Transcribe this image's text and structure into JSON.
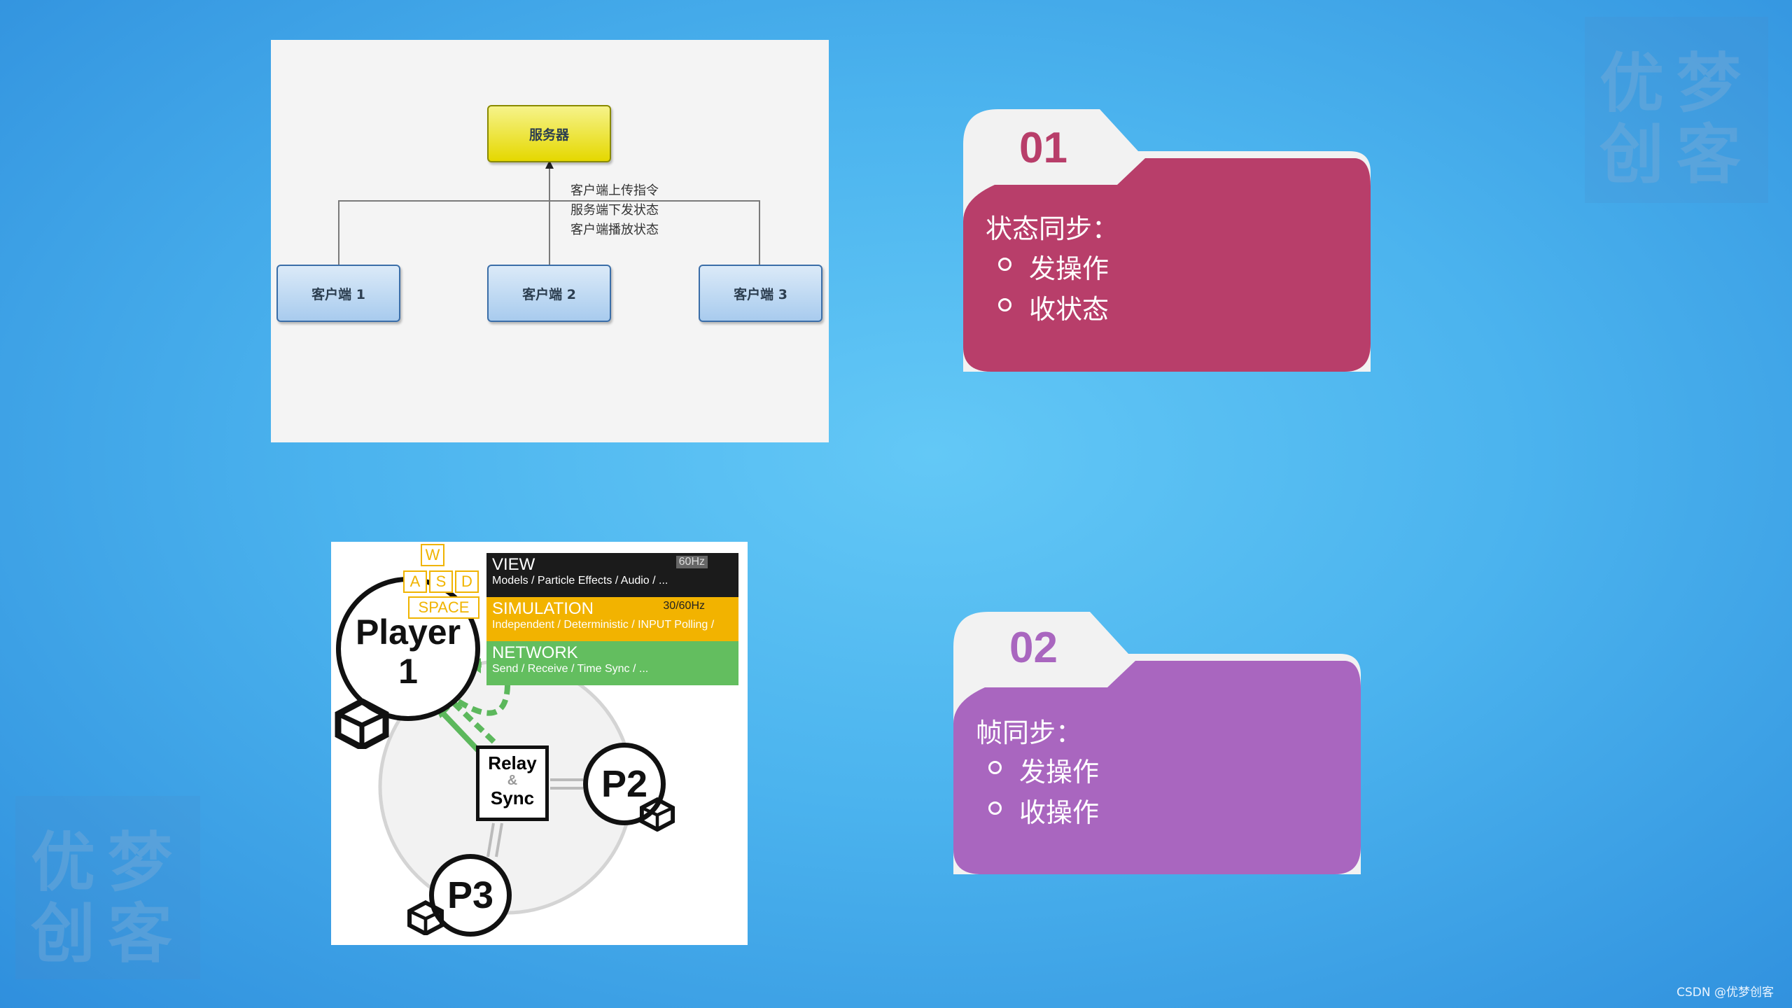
{
  "watermark": {
    "line1": "优梦",
    "line2": "创客"
  },
  "diagram_cs": {
    "server": "服务器",
    "clients": [
      "客户端 1",
      "客户端 2",
      "客户端 3"
    ],
    "notes": [
      "客户端上传指令",
      "服务端下发状态",
      "客户端播放状态"
    ]
  },
  "diagram_fs": {
    "keys": [
      "W",
      "A",
      "S",
      "D",
      "SPACE"
    ],
    "layers": [
      {
        "title": "VIEW",
        "sub": "Models / Particle Effects / Audio / ...",
        "rate": "60Hz"
      },
      {
        "title": "SIMULATION",
        "sub": "Independent / Deterministic / INPUT Polling /",
        "rate": "30/60Hz"
      },
      {
        "title": "NETWORK",
        "sub": "Send / Receive / Time Sync / ..."
      }
    ],
    "player1": {
      "line1": "Player",
      "line2": "1"
    },
    "relay": {
      "line1": "Relay",
      "line2": "&",
      "line3": "Sync"
    },
    "p2": "P2",
    "p3": "P3"
  },
  "cards": [
    {
      "number": "01",
      "heading": "状态同步：",
      "items": [
        "发操作",
        "收状态"
      ],
      "color": "#b83e6a",
      "tab_color": "#f2f2f2"
    },
    {
      "number": "02",
      "heading": "帧同步：",
      "items": [
        "发操作",
        "收操作"
      ],
      "color": "#a966bf",
      "tab_color": "#f2f2f2"
    }
  ],
  "credit": "CSDN @优梦创客"
}
